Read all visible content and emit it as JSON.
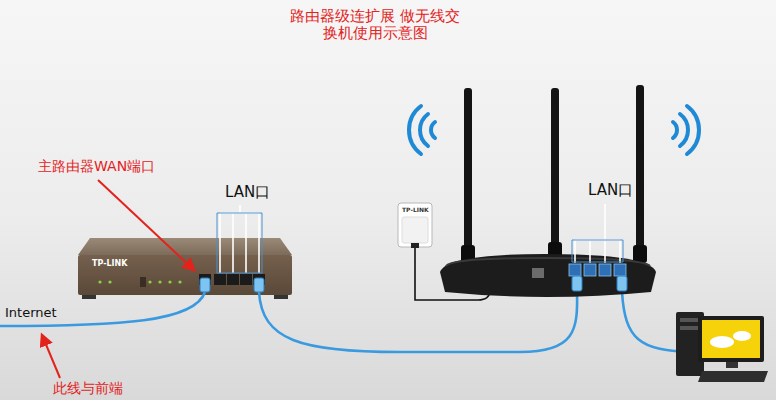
{
  "diagram": {
    "title": "路由器级连扩展 做无线交换机使用示意图",
    "labels": [
      "主路由器WAN端口",
      "LAN口",
      "LAN口",
      "Internet",
      "此线与前端",
      "TP-LINK",
      "TP-LINK"
    ]
  }
}
